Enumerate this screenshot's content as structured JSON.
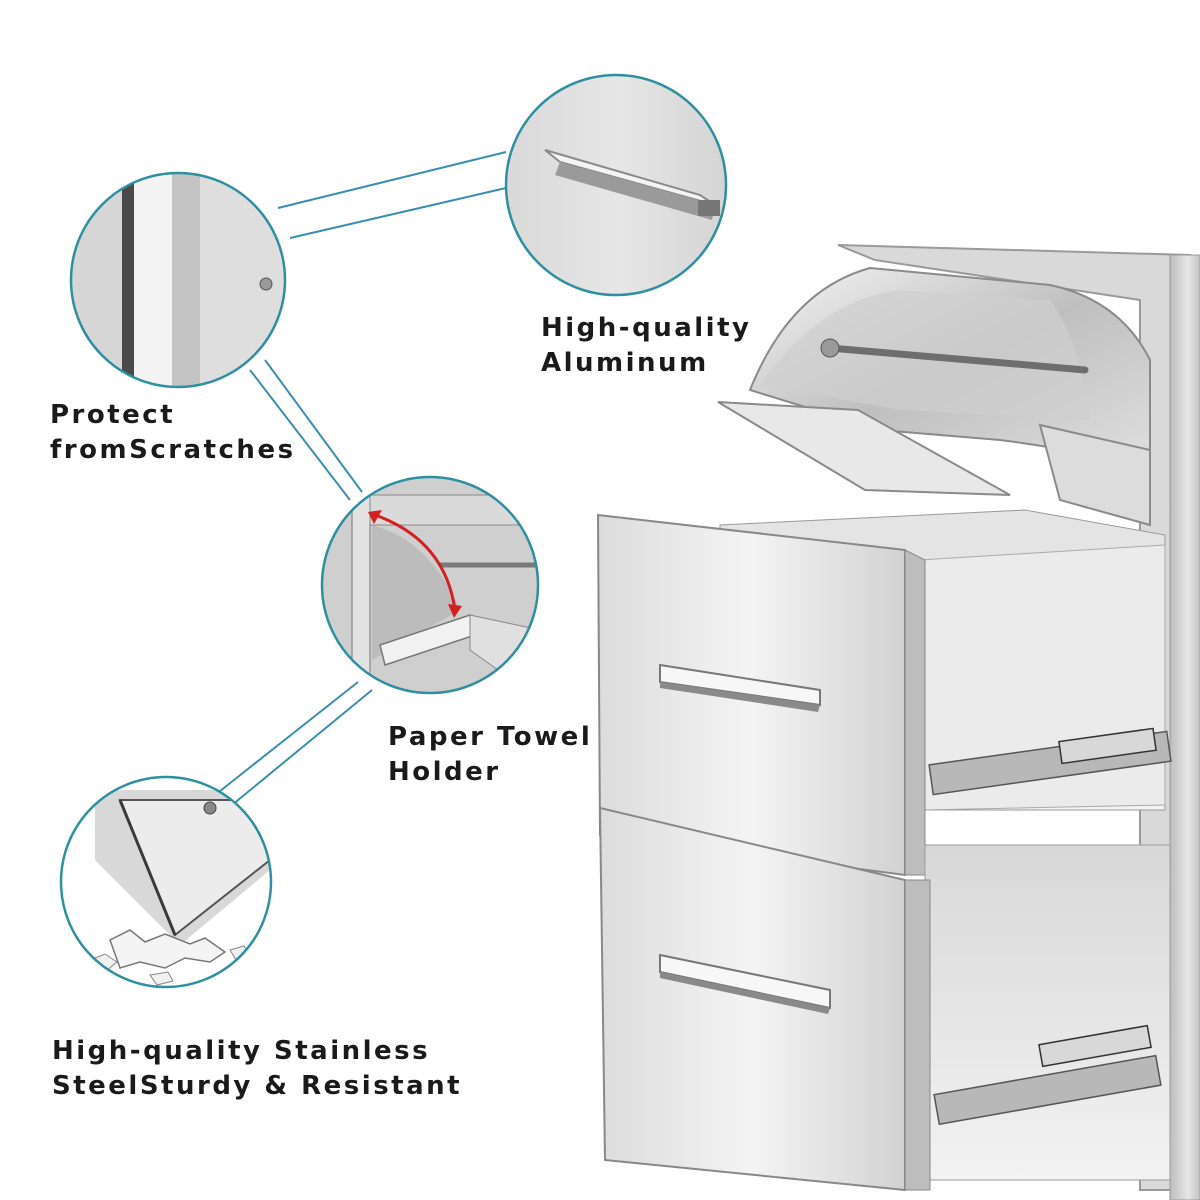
{
  "features": [
    {
      "id": "scratch",
      "lines": [
        "Protect",
        "fromScratches"
      ]
    },
    {
      "id": "aluminum",
      "lines": [
        "High-quality",
        "Aluminum"
      ]
    },
    {
      "id": "paper-towel",
      "lines": [
        "Paper Towel",
        "Holder"
      ]
    },
    {
      "id": "stainless",
      "lines": [
        "High-quality Stainless",
        "SteelSturdy & Resistant"
      ]
    }
  ],
  "colors": {
    "callout_ring": "#2e8fa0",
    "connector": "#3a8fb0",
    "steel_light": "#eeeeee",
    "steel_mid": "#c9c9c9",
    "steel_dark": "#8a8a8a",
    "arrow": "#d42020",
    "background": "#ffffff"
  },
  "icons": [
    "callout-circle-icon",
    "curved-arrow-icon"
  ]
}
